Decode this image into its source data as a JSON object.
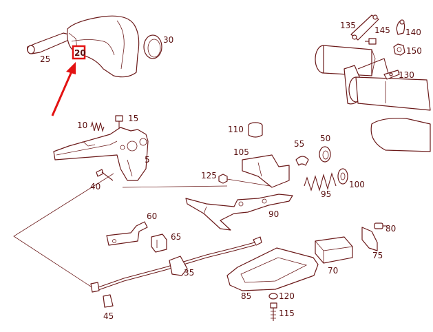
{
  "labels": {
    "p25": "25",
    "p20": "20",
    "p30": "30",
    "p135": "135",
    "p145": "145",
    "p140": "140",
    "p150": "150",
    "p130": "130",
    "p10": "10",
    "p15": "15",
    "p5": "5",
    "p40": "40",
    "p110": "110",
    "p105": "105",
    "p55": "55",
    "p50": "50",
    "p125": "125",
    "p100": "100",
    "p95": "95",
    "p90": "90",
    "p60": "60",
    "p65": "65",
    "p80": "80",
    "p75": "75",
    "p70": "70",
    "p35": "35",
    "p85": "85",
    "p45": "45",
    "p120": "120",
    "p115": "115"
  },
  "highlight": {
    "color": "#e31212",
    "label_ref": "p20"
  },
  "colors": {
    "line": "#6b1a1a",
    "text": "#5a1010",
    "arrow": "#e31212"
  }
}
